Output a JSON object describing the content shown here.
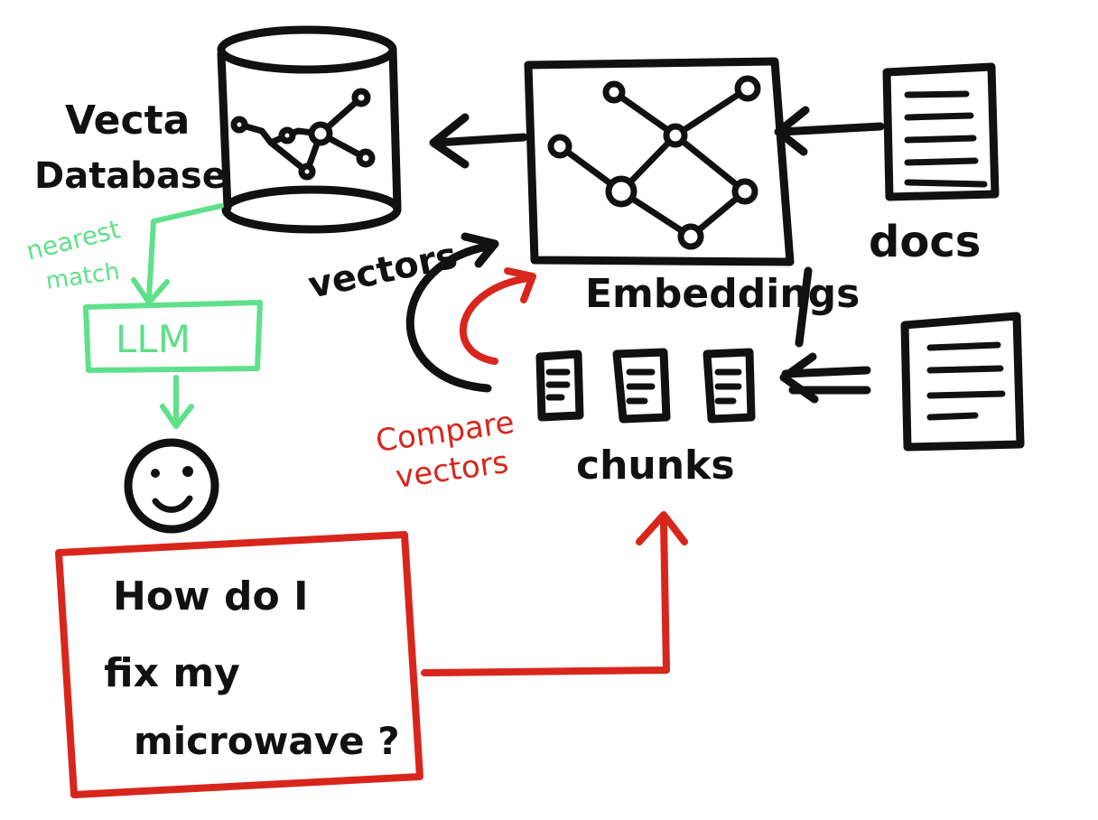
{
  "labels": {
    "vector_db_line1": "Vecta",
    "vector_db_line2": "Database",
    "nearest_line1": "nearest",
    "nearest_line2": "match",
    "llm": "LLM",
    "vectors": "vectors",
    "embeddings": "Embeddings",
    "docs": "docs",
    "compare_line1": "Compare",
    "compare_line2": "vectors",
    "chunks": "chunks",
    "question_line1": "How do I",
    "question_line2": "fix my",
    "question_line3": "microwave ?"
  },
  "colors": {
    "ink": "#111111",
    "red": "#d8261c",
    "green": "#5fe08a",
    "background": "#ffffff"
  },
  "icons": {
    "database": "database-cylinder-icon",
    "embeddings": "network-graph-icon",
    "docs": "document-icon",
    "chunk": "chunk-document-icon",
    "user": "smiley-face-icon"
  }
}
